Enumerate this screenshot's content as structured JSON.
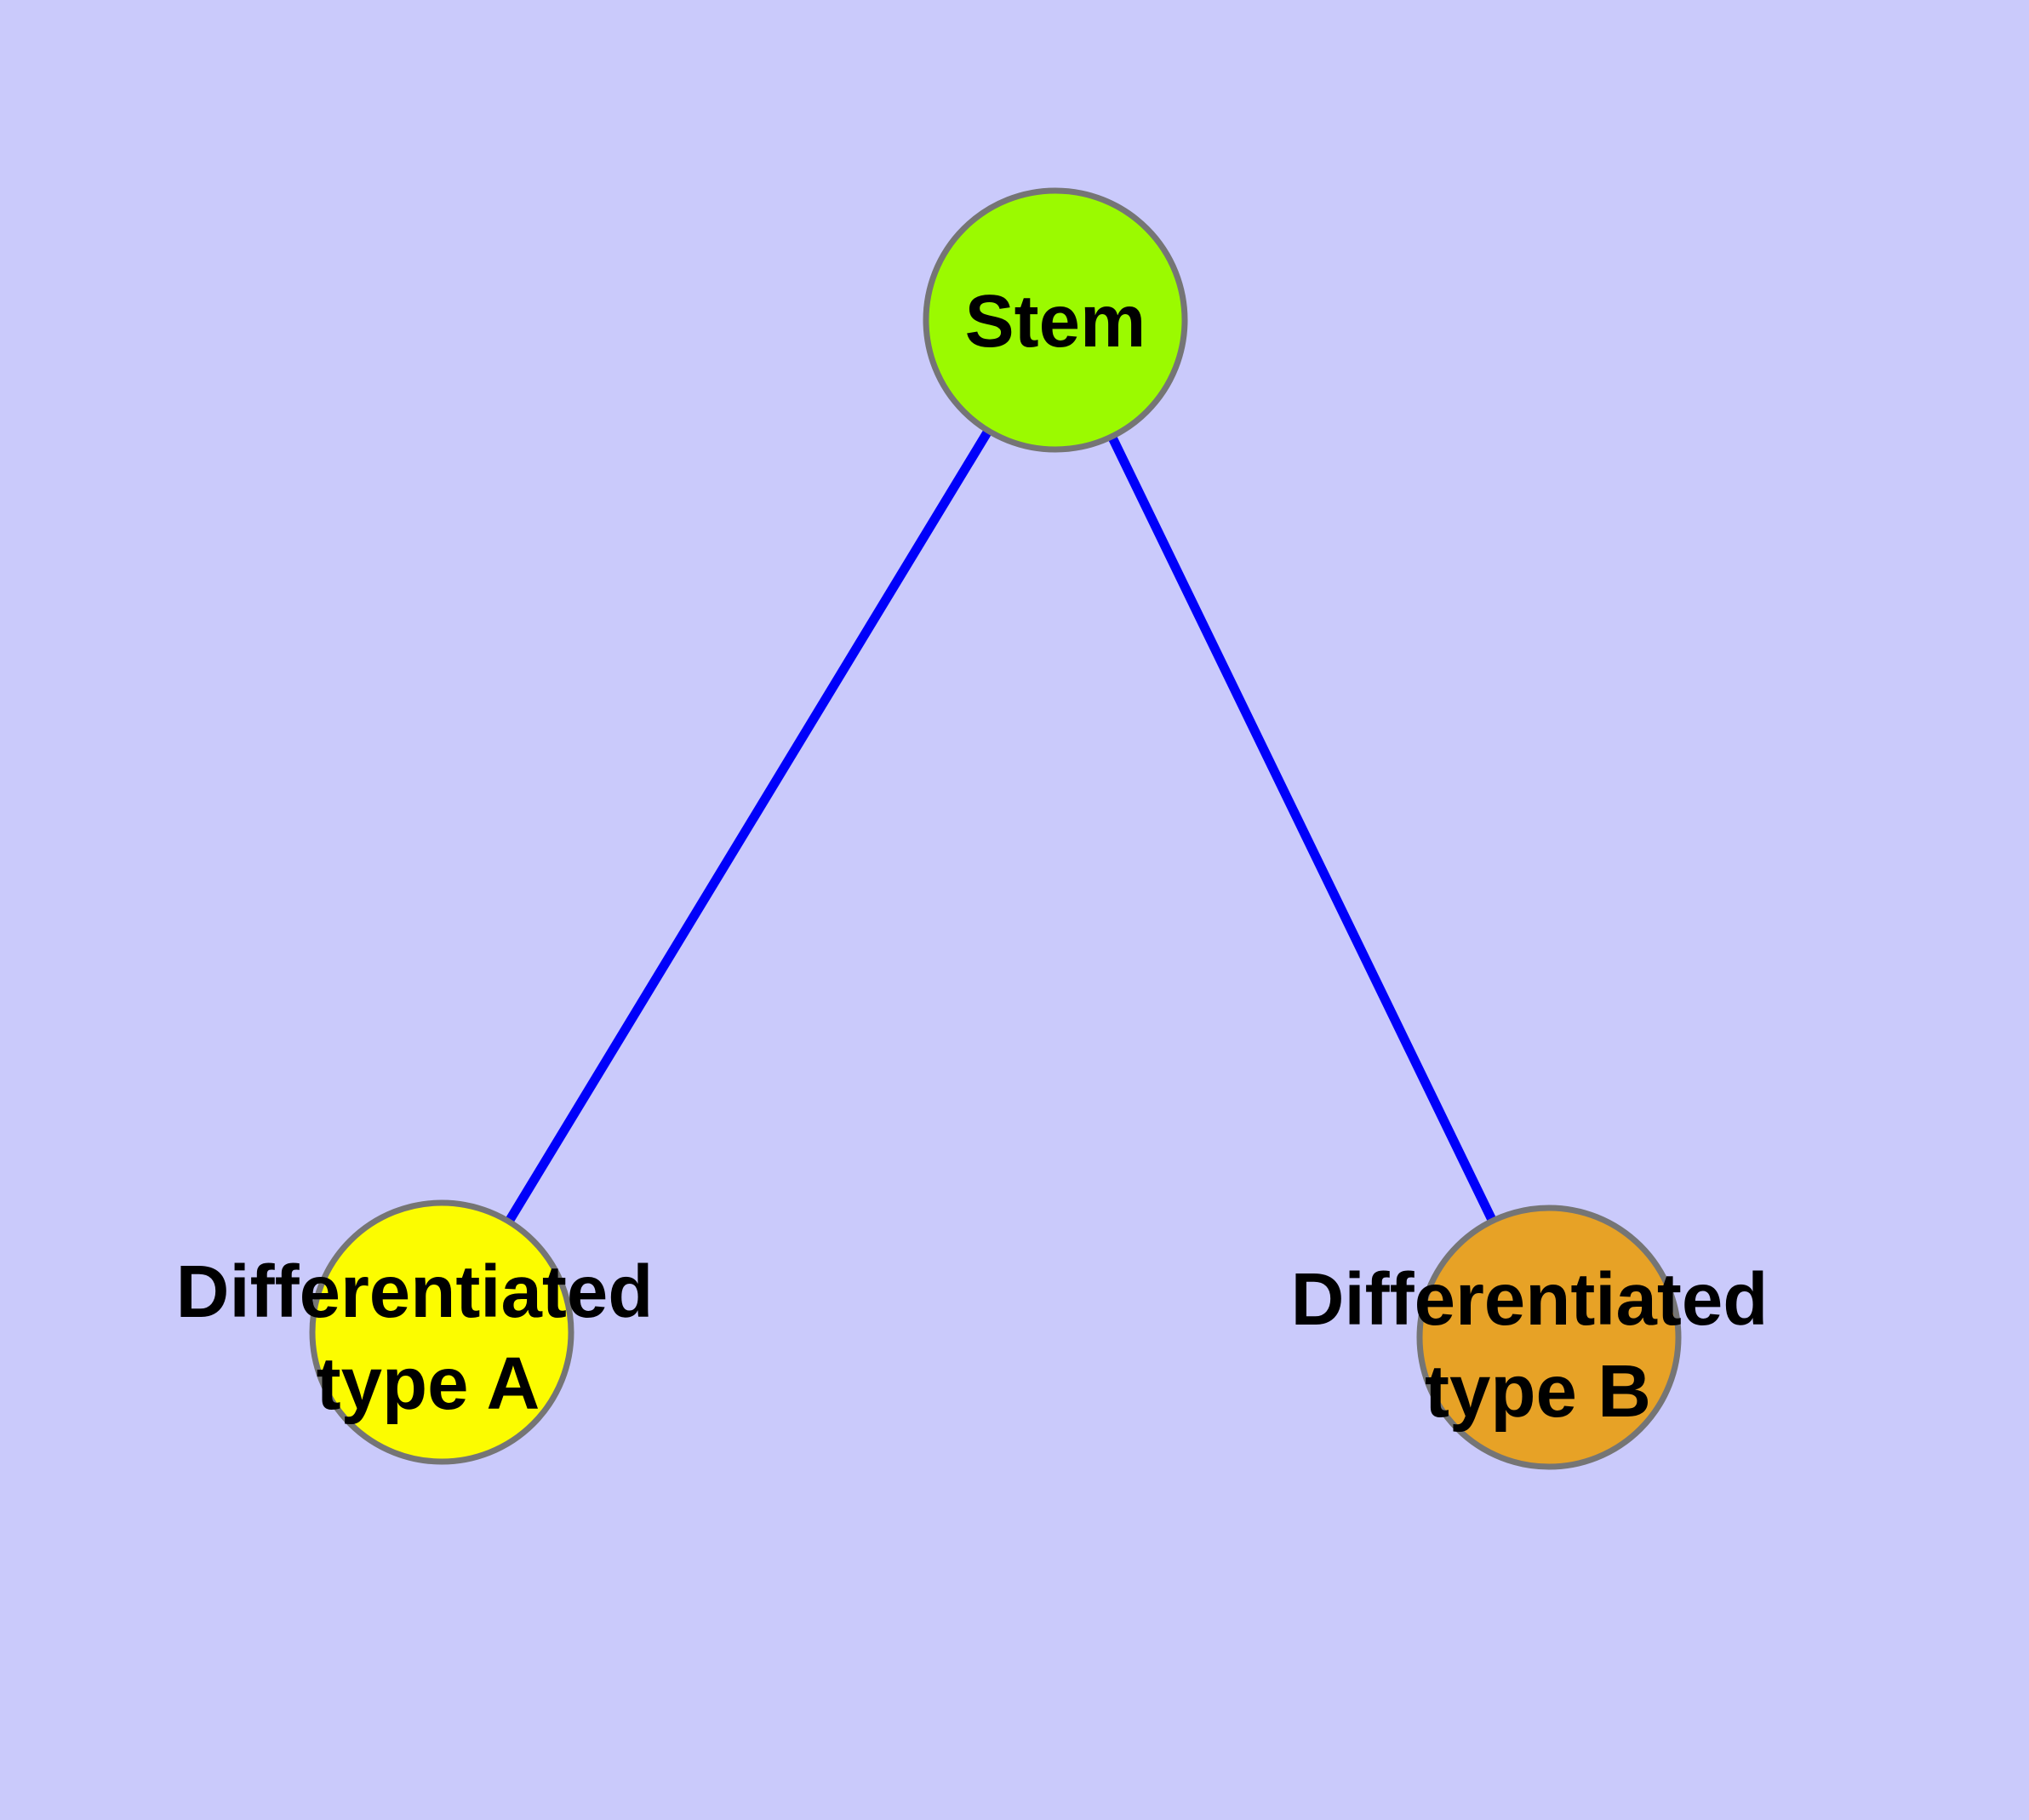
{
  "diagram": {
    "type": "node-link-graph",
    "description": "Stem cell differentiation graph",
    "background_color": "#CACAFB",
    "edge_color": "#0000FA",
    "node_border_color": "#757575",
    "label_color": "#000000",
    "nodes": [
      {
        "id": "stem",
        "label": "Stem",
        "lines": [
          "Stem"
        ],
        "fill_color": "#9BFA00"
      },
      {
        "id": "differentiated-type-a",
        "label": "Differentiated type A",
        "lines": [
          "Differentiated",
          "type A"
        ],
        "fill_color": "#FCFC00"
      },
      {
        "id": "differentiated-type-b",
        "label": "Differentiated type B",
        "lines": [
          "Differentiated",
          "type B"
        ],
        "fill_color": "#E7A226"
      }
    ],
    "edges": [
      {
        "from": "Stem",
        "to": "Differentiated type A"
      },
      {
        "from": "Stem",
        "to": "Differentiated type B"
      }
    ]
  }
}
